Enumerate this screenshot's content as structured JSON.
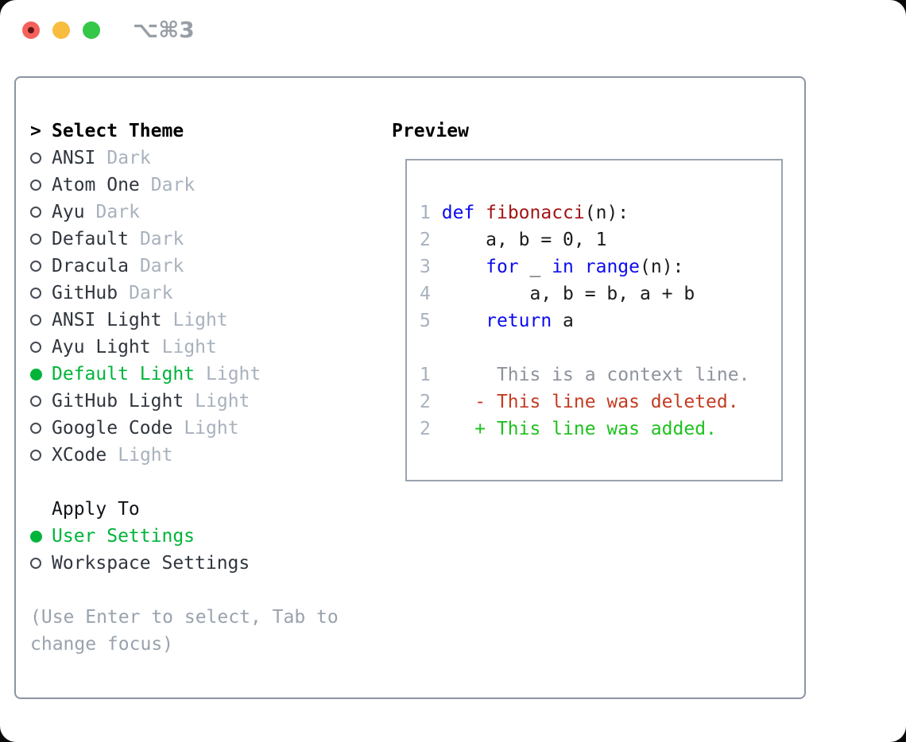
{
  "window": {
    "shortcut": "⌥⌘3"
  },
  "theme_panel": {
    "title_marker": ">",
    "title": "Select Theme",
    "items": [
      {
        "label": "ANSI",
        "tag": "Dark",
        "selected": false
      },
      {
        "label": "Atom One",
        "tag": "Dark",
        "selected": false
      },
      {
        "label": "Ayu",
        "tag": "Dark",
        "selected": false
      },
      {
        "label": "Default",
        "tag": "Dark",
        "selected": false
      },
      {
        "label": "Dracula",
        "tag": "Dark",
        "selected": false
      },
      {
        "label": "GitHub",
        "tag": "Dark",
        "selected": false
      },
      {
        "label": "ANSI Light",
        "tag": "Light",
        "selected": false
      },
      {
        "label": "Ayu Light",
        "tag": "Light",
        "selected": false
      },
      {
        "label": "Default Light",
        "tag": "Light",
        "selected": true
      },
      {
        "label": "GitHub Light",
        "tag": "Light",
        "selected": false
      },
      {
        "label": "Google Code",
        "tag": "Light",
        "selected": false
      },
      {
        "label": "XCode",
        "tag": "Light",
        "selected": false
      }
    ],
    "apply_to": {
      "title": "Apply To",
      "options": [
        {
          "label": "User Settings",
          "selected": true
        },
        {
          "label": "Workspace Settings",
          "selected": false
        }
      ]
    },
    "help_lines": [
      "(Use Enter to select, Tab to",
      "change focus)"
    ]
  },
  "preview": {
    "title": "Preview",
    "lines": [
      {
        "kind": "code",
        "tokens": [
          [
            "num",
            "1"
          ],
          [
            "code",
            " "
          ],
          [
            "kw",
            "def"
          ],
          [
            "code",
            " "
          ],
          [
            "fn",
            "fibonacci"
          ],
          [
            "code",
            "(n):"
          ]
        ]
      },
      {
        "kind": "code",
        "tokens": [
          [
            "num",
            "2"
          ],
          [
            "code",
            "     a, b = 0, 1"
          ]
        ]
      },
      {
        "kind": "code",
        "tokens": [
          [
            "num",
            "3"
          ],
          [
            "code",
            "     "
          ],
          [
            "kw",
            "for"
          ],
          [
            "code",
            " _ "
          ],
          [
            "kw",
            "in"
          ],
          [
            "code",
            " "
          ],
          [
            "kw",
            "range"
          ],
          [
            "code",
            "(n):"
          ]
        ]
      },
      {
        "kind": "code",
        "tokens": [
          [
            "num",
            "4"
          ],
          [
            "code",
            "         a, b = b, a + b"
          ]
        ]
      },
      {
        "kind": "code",
        "tokens": [
          [
            "num",
            "5"
          ],
          [
            "code",
            "     "
          ],
          [
            "kw",
            "return"
          ],
          [
            "code",
            " a"
          ]
        ]
      },
      {
        "kind": "spacer",
        "tokens": []
      },
      {
        "kind": "diff-context",
        "tokens": [
          [
            "num",
            "1"
          ],
          [
            "ctx",
            "      This is a context line."
          ]
        ]
      },
      {
        "kind": "diff-deleted",
        "tokens": [
          [
            "num",
            "2"
          ],
          [
            "del",
            "    - This line was deleted."
          ]
        ]
      },
      {
        "kind": "diff-added",
        "tokens": [
          [
            "num",
            "2"
          ],
          [
            "add",
            "    + This line was added."
          ]
        ]
      }
    ]
  },
  "colors": {
    "accent_green": "#00b43a",
    "diff_add": "#1dc21d",
    "diff_del": "#c53b22",
    "keyword_blue": "#0b0bf0",
    "function_red": "#a31515",
    "code_text": "#1c1c1c",
    "line_number": "#a8b1bd",
    "context_gray": "#8d939c",
    "label_dark": "#30363e",
    "tag_gray": "#a8b1bd",
    "help_gray": "#99a2ad",
    "border_gray": "#8b95a1",
    "preview_border": "#9ba4af",
    "traffic_red": "#f5615c",
    "traffic_yellow": "#f8bd3e",
    "traffic_green": "#34c748"
  }
}
